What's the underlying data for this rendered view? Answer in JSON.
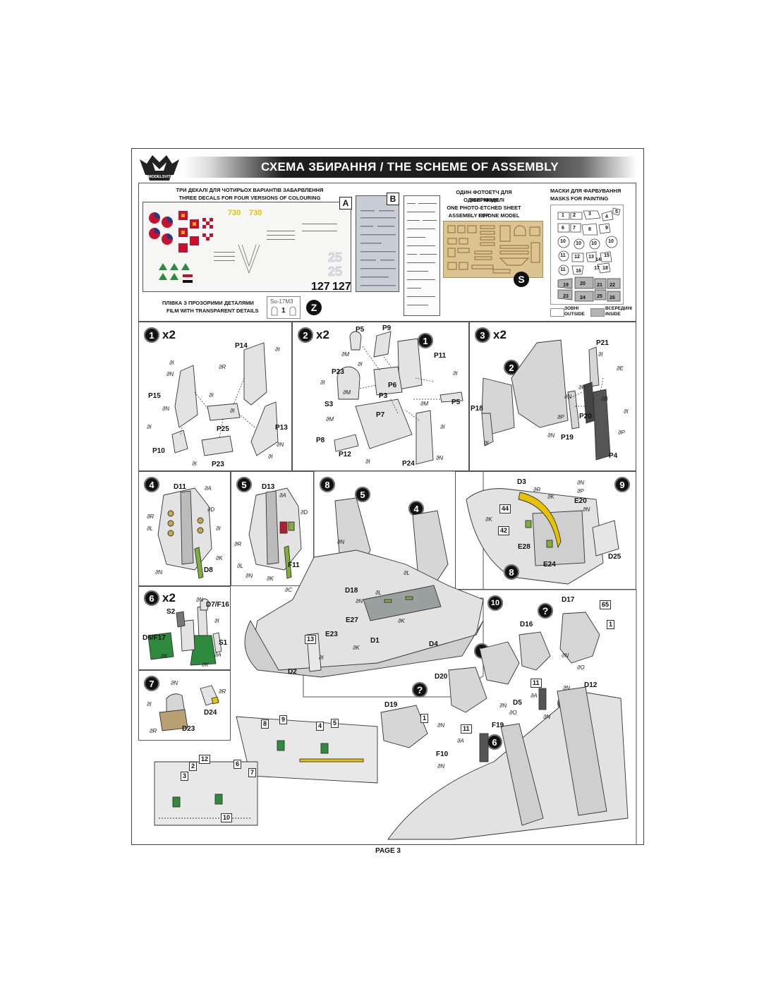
{
  "header": {
    "title": "СХЕМА ЗБИРАННЯ / THE SCHEME OF ASSEMBLY",
    "logo_text": "MODELSVIT"
  },
  "decals": {
    "title_ua": "ТРИ ДЕКАЛІ ДЛЯ ЧОТИРЬОХ ВАРІАНТІВ ЗАБАРВЛЕННЯ",
    "title_en": "THREE DECALS FOR FOUR VERSIONS OF COLOURING",
    "sheet_a": "A",
    "sheet_b": "B",
    "tail_numbers": [
      "127",
      "127",
      "25",
      "25",
      "730",
      "730"
    ]
  },
  "photoetch": {
    "title1": "ОДИН ФОТОЕТЧ ДЛЯ ЗБИРАННЯ",
    "title2": "ОДНІЄЇ МОДЕЛІ",
    "title3": "ONE PHOTO-ETCHED SHEET FOR",
    "title4": "ASSEMBLY OF ONE MODEL",
    "sheet": "S"
  },
  "masks": {
    "title_ua": "МАСКИ ДЛЯ ФАРБУВАННЯ",
    "title_en": "MASKS FOR PAINTING",
    "numbers": [
      "1",
      "2",
      "3",
      "4",
      "5",
      "6",
      "7",
      "8",
      "9",
      "10",
      "10",
      "10",
      "10",
      "11",
      "11",
      "12",
      "13",
      "14",
      "15",
      "16",
      "17",
      "18",
      "19",
      "20",
      "21",
      "22",
      "23",
      "24",
      "25",
      "26"
    ],
    "legend_outside_ua": "ЗОВНІ",
    "legend_outside_en": "OUTSIDE",
    "legend_inside_ua": "ВСЕРЕДИНІ",
    "legend_inside_en": "INSIDE"
  },
  "clear_parts": {
    "title_ua": "ПЛІВКА З ПРОЗОРИМИ ДЕТАЛЯМИ",
    "title_en": "FILM WITH TRANSPARENT DETAILS",
    "model": "Su-17M3",
    "part": "1",
    "sheet": "Z"
  },
  "steps": [
    {
      "n": "1",
      "mult": "x2",
      "parts": [
        "P14",
        "P15",
        "P25",
        "P13",
        "P10",
        "P23"
      ],
      "paints": [
        "I",
        "N",
        "R",
        "I",
        "I",
        "N",
        "I",
        "N",
        "I",
        "I",
        "I"
      ]
    },
    {
      "n": "2",
      "mult": "x2",
      "parts": [
        "P5",
        "P9",
        "P11",
        "P23",
        "P6",
        "P3",
        "S3",
        "P7",
        "P5",
        "P8",
        "P12",
        "P24"
      ],
      "paints": [
        "M",
        "I",
        "I",
        "M",
        "I",
        "M",
        "M",
        "I",
        "N",
        "I"
      ]
    },
    {
      "n": "3",
      "mult": "x2",
      "parts": [
        "P21",
        "P18",
        "P20",
        "P19",
        "P4"
      ],
      "paints": [
        "I",
        "E",
        "P",
        "P",
        "B",
        "N",
        "I",
        "P",
        "I",
        "N"
      ]
    },
    {
      "n": "4",
      "mult": "",
      "parts": [
        "D11",
        "D8"
      ],
      "paints": [
        "A",
        "R",
        "D",
        "L",
        "I",
        "K",
        "N"
      ]
    },
    {
      "n": "5",
      "mult": "",
      "parts": [
        "D13",
        "F11"
      ],
      "paints": [
        "A",
        "D",
        "R",
        "L",
        "K",
        "N"
      ]
    },
    {
      "n": "6",
      "mult": "x2",
      "parts": [
        "D7/F16",
        "S2",
        "D6/F17",
        "S1"
      ],
      "paints": [
        "N",
        "I",
        "K",
        "A",
        "K"
      ]
    },
    {
      "n": "7",
      "mult": "",
      "parts": [
        "D24",
        "D23"
      ],
      "paints": [
        "N",
        "I",
        "R",
        "R"
      ]
    },
    {
      "n": "8",
      "mult": "",
      "parts": [
        "D18",
        "E27",
        "E23",
        "D1",
        "D4",
        "D2",
        "13"
      ],
      "paints": [
        "N",
        "C",
        "L",
        "L",
        "K",
        "K",
        "N",
        "I"
      ]
    },
    {
      "n": "9",
      "mult": "",
      "parts": [
        "D3",
        "E20",
        "44",
        "42",
        "E28",
        "E24",
        "D25"
      ],
      "paints": [
        "N",
        "R",
        "K",
        "P",
        "N",
        "K"
      ]
    },
    {
      "n": "10",
      "mult": "",
      "parts": [
        "D17",
        "65",
        "1",
        "D16",
        "D20",
        "D19",
        "1",
        "D12",
        "D5",
        "F19",
        "11",
        "11",
        "F10"
      ],
      "paints": [
        "N",
        "O",
        "N",
        "N",
        "A",
        "N",
        "O",
        "N",
        "A",
        "N"
      ]
    }
  ],
  "detail_views": [
    "8",
    "9",
    "4",
    "5",
    "2",
    "12",
    "3",
    "6",
    "7",
    "10"
  ],
  "footer": "PAGE 3"
}
